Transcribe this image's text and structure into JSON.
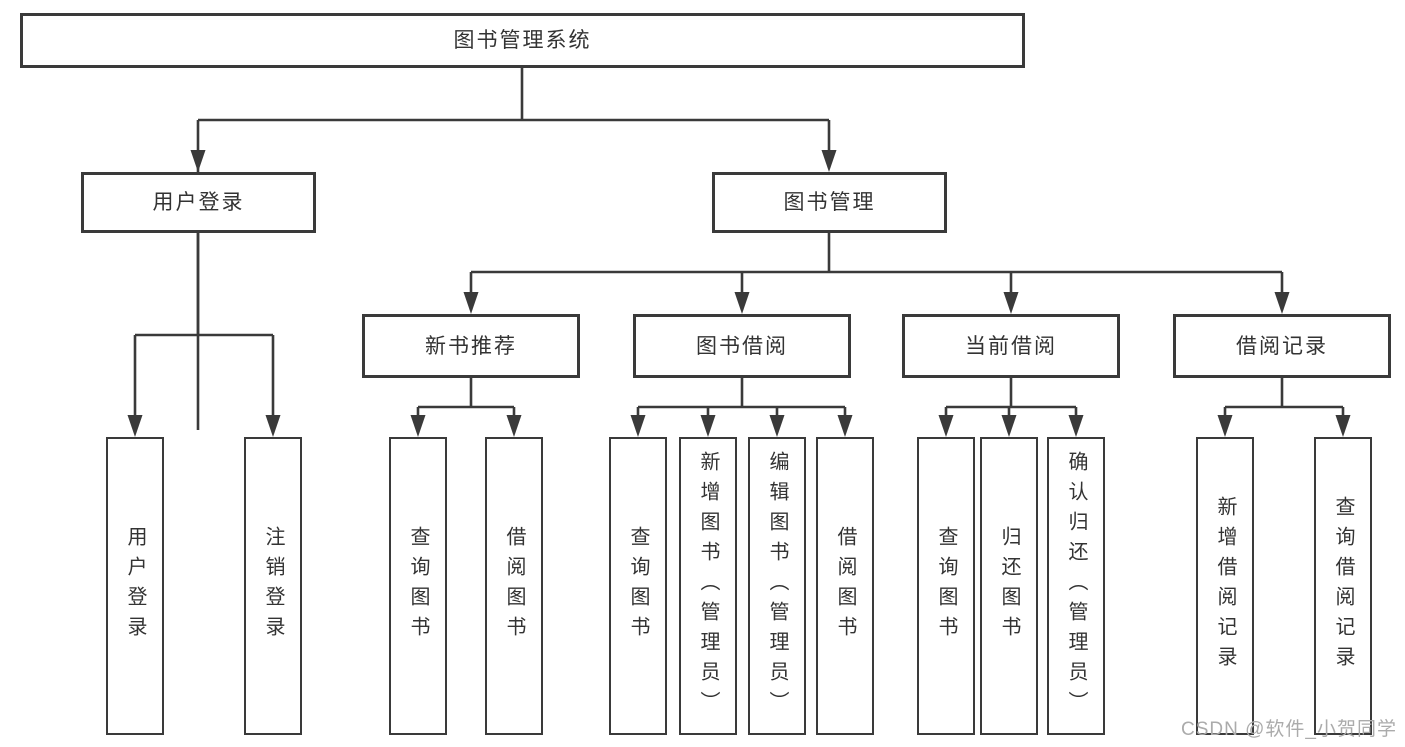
{
  "tree": {
    "label": "图书管理系统",
    "children": [
      {
        "label": "用户登录",
        "children": [
          {
            "label": "用户登录"
          },
          {
            "label": "注销登录"
          }
        ]
      },
      {
        "label": "图书管理",
        "children": [
          {
            "label": "新书推荐",
            "children": [
              {
                "label": "查询图书"
              },
              {
                "label": "借阅图书"
              }
            ]
          },
          {
            "label": "图书借阅",
            "children": [
              {
                "label": "查询图书"
              },
              {
                "label": "新增图书（管理员）"
              },
              {
                "label": "编辑图书（管理员）"
              },
              {
                "label": "借阅图书"
              }
            ]
          },
          {
            "label": "当前借阅",
            "children": [
              {
                "label": "查询图书"
              },
              {
                "label": "归还图书"
              },
              {
                "label": "确认归还（管理员）"
              }
            ]
          },
          {
            "label": "借阅记录",
            "children": [
              {
                "label": "新增借阅记录"
              },
              {
                "label": "查询借阅记录"
              }
            ]
          }
        ]
      }
    ]
  },
  "watermark": "CSDN @软件_小贺同学",
  "colors": {
    "line": "#3a3a3a",
    "box_border": "#3a3a3a",
    "text": "#333333",
    "watermark": "#ababab",
    "background": "#ffffff"
  }
}
